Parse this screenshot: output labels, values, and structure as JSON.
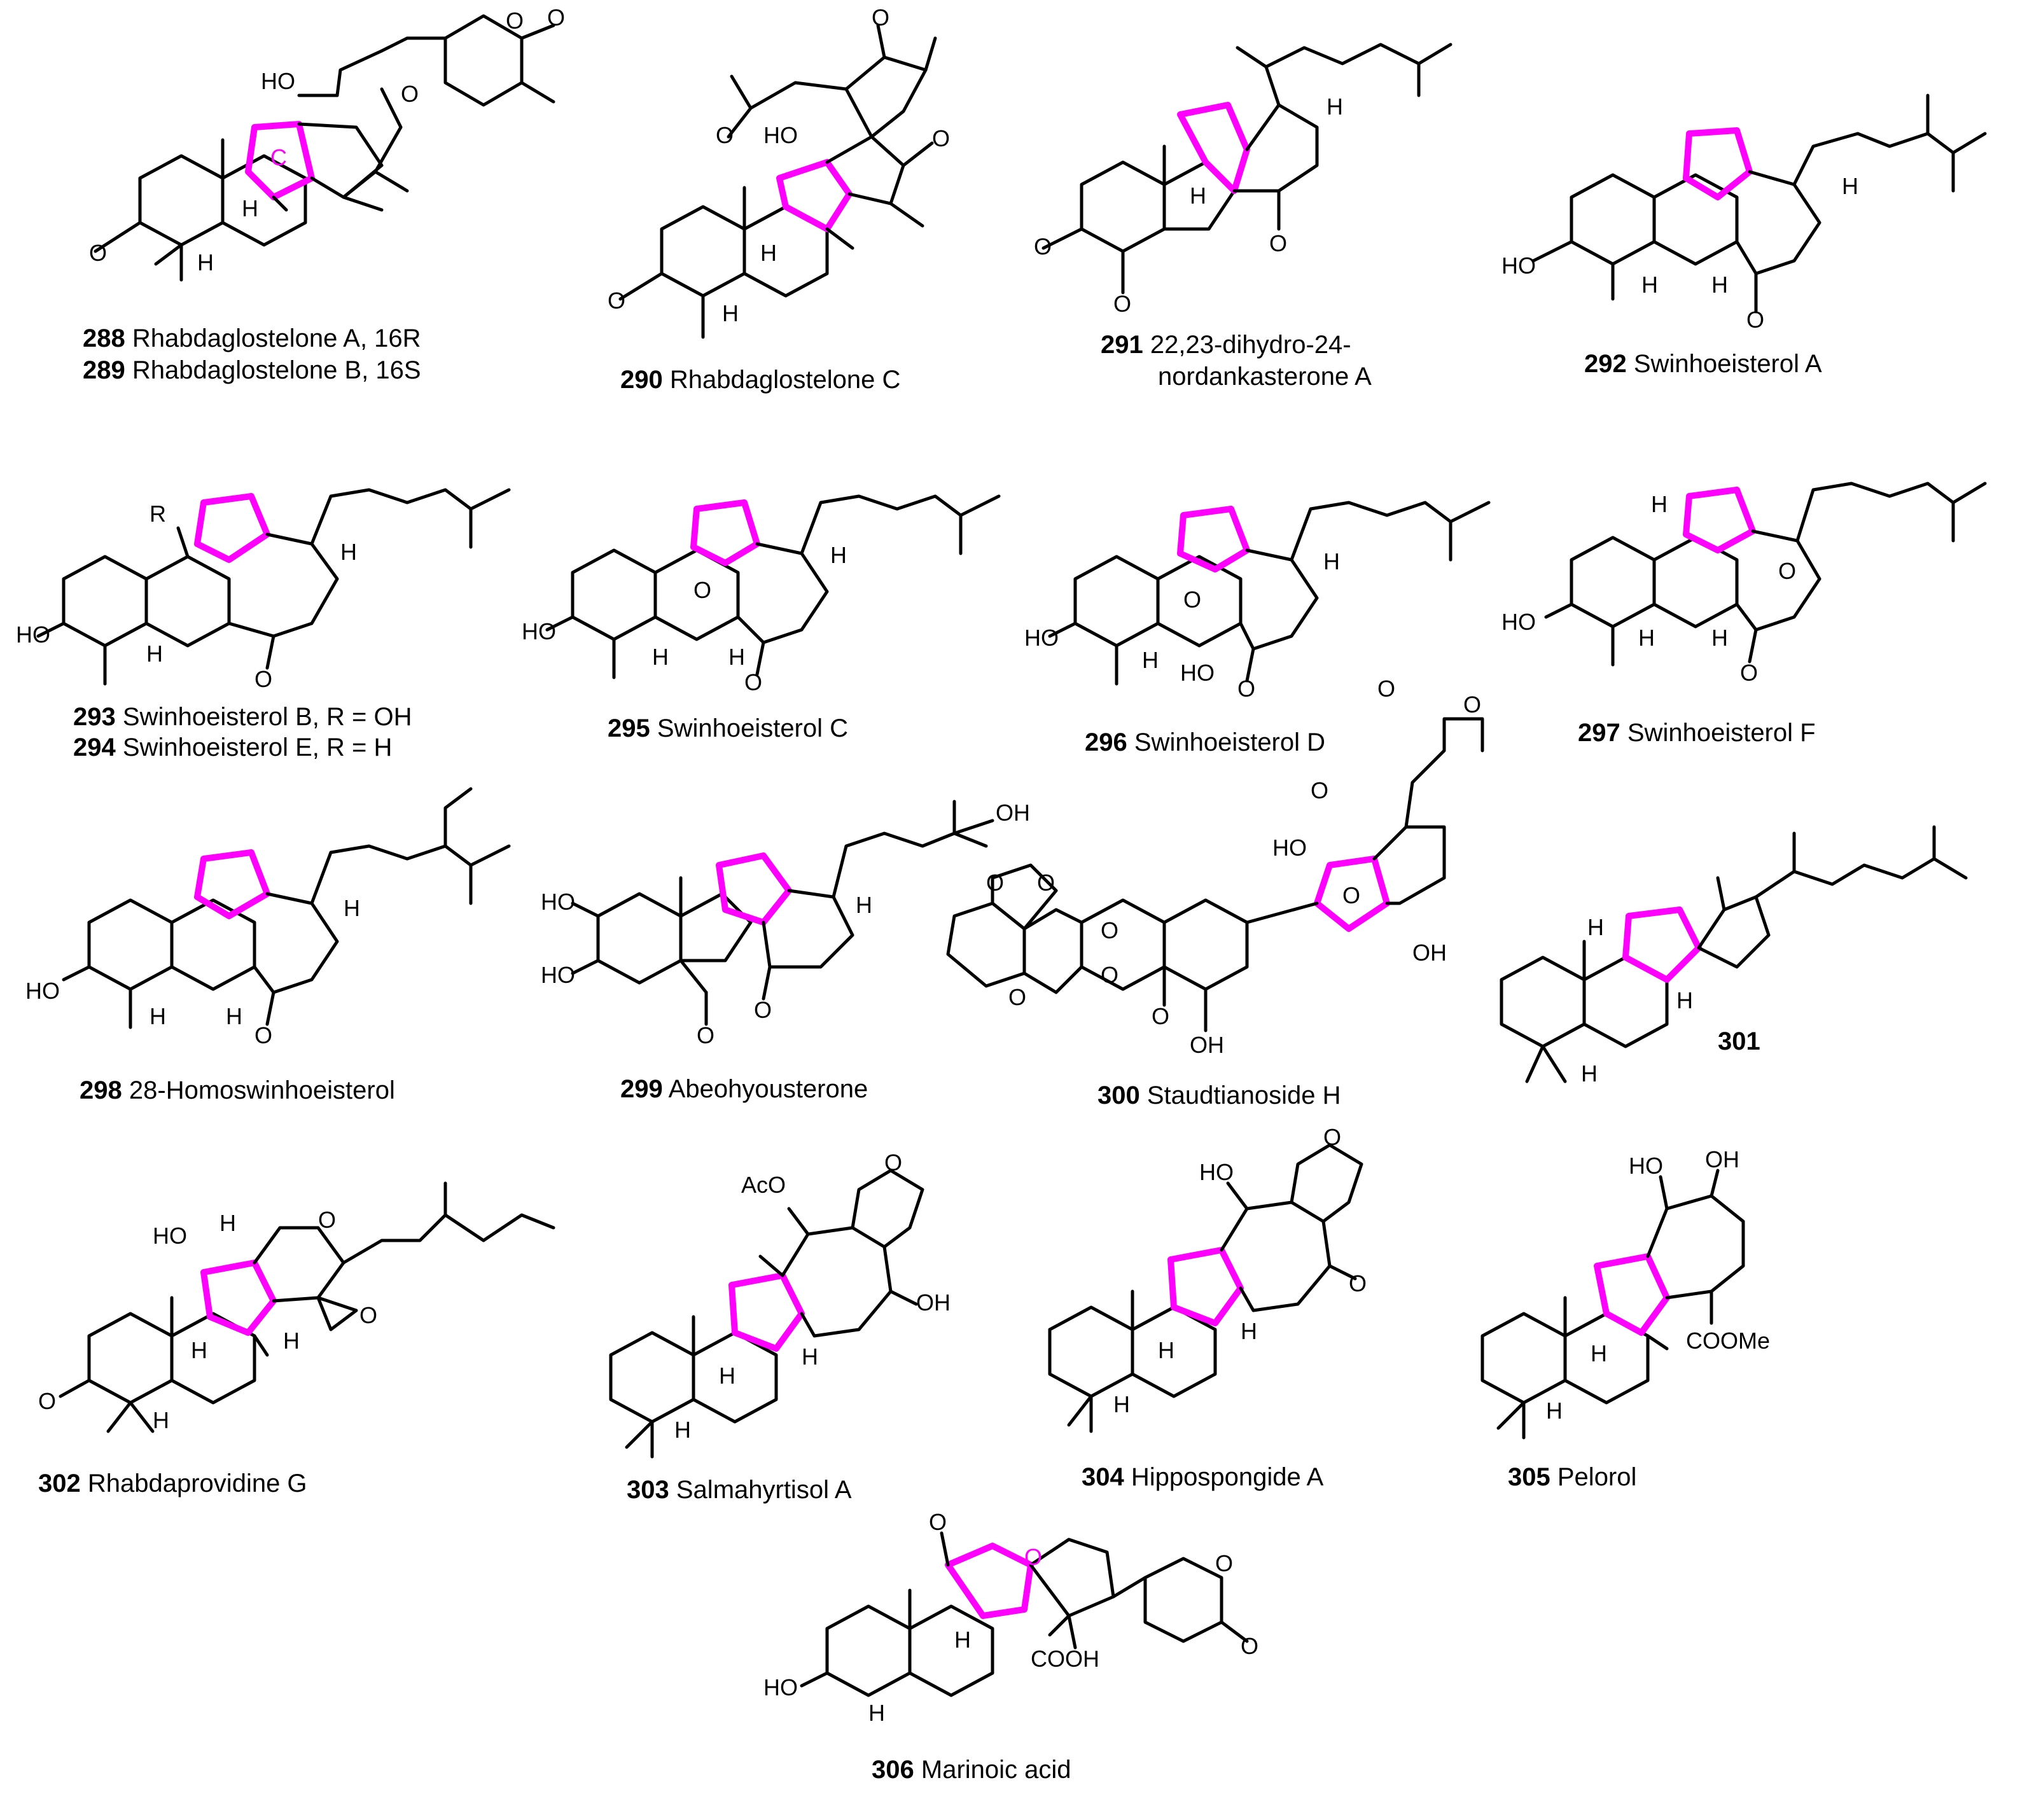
{
  "colors": {
    "highlight": "#ff00ff",
    "ink": "#000000",
    "background": "#ffffff"
  },
  "compounds": {
    "c288": {
      "num": "288",
      "name": "Rhabdaglostelone A, 16R"
    },
    "c289": {
      "num": "289",
      "name": "Rhabdaglostelone B, 16S"
    },
    "c290": {
      "num": "290",
      "name": "Rhabdaglostelone C"
    },
    "c291": {
      "num": "291",
      "name": "22,23-dihydro-24-",
      "name2": "nordankasterone A"
    },
    "c292": {
      "num": "292",
      "name": "Swinhoeisterol A"
    },
    "c293": {
      "num": "293",
      "name": "Swinhoeisterol B, R = OH"
    },
    "c294": {
      "num": "294",
      "name": "Swinhoeisterol E, R = H"
    },
    "c295": {
      "num": "295",
      "name": "Swinhoeisterol C"
    },
    "c296": {
      "num": "296",
      "name": "Swinhoeisterol D"
    },
    "c297": {
      "num": "297",
      "name": "Swinhoeisterol F"
    },
    "c298": {
      "num": "298",
      "name": "28-Homoswinhoeisterol"
    },
    "c299": {
      "num": "299",
      "name": "Abeohyousterone"
    },
    "c300": {
      "num": "300",
      "name": "Staudtianoside H"
    },
    "c301": {
      "num": "301"
    },
    "c302": {
      "num": "302",
      "name": "Rhabdaprovidine G"
    },
    "c303": {
      "num": "303",
      "name": "Salmahyrtisol A"
    },
    "c304": {
      "num": "304",
      "name": "Hippospongide A"
    },
    "c305": {
      "num": "305",
      "name": "Pelorol"
    },
    "c306": {
      "num": "306",
      "name": "Marinoic acid"
    }
  },
  "atom_labels": {
    "HO": "HO",
    "OH": "OH",
    "H": "H",
    "O": "O",
    "C": "C",
    "R": "R",
    "AcO": "AcO",
    "COOMe": "COOMe",
    "COOH": "COOH"
  }
}
